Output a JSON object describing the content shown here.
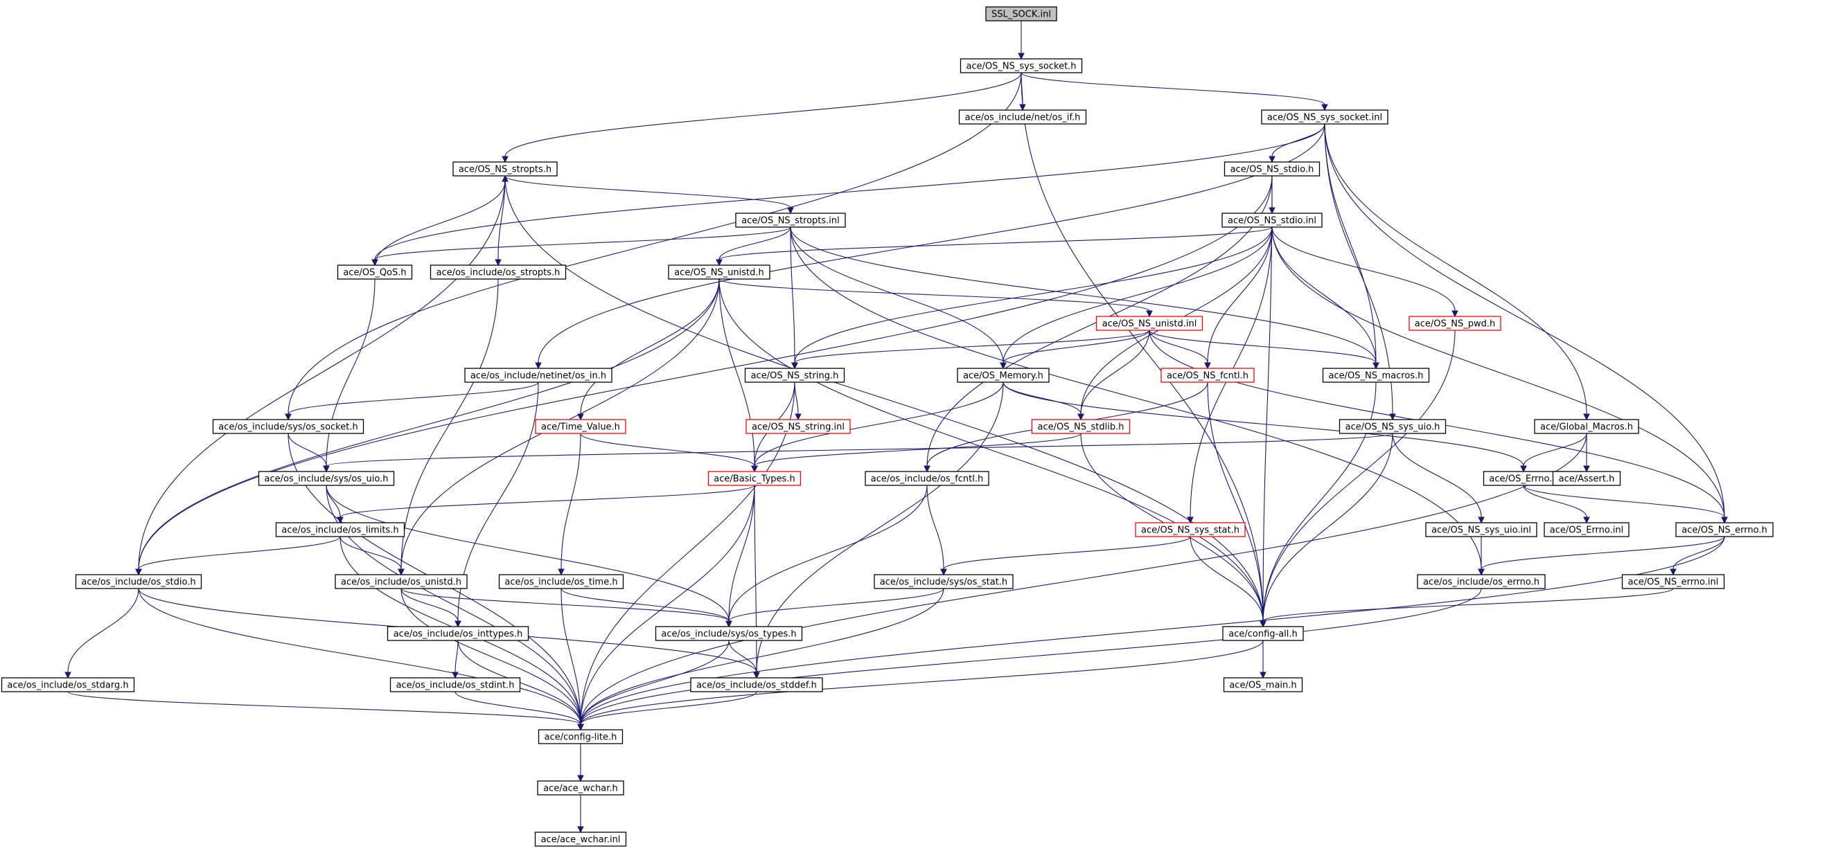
{
  "colors": {
    "edge": "#191970",
    "box_border": "#000000",
    "broken_border": "#ff0000",
    "root_fill": "#bfbfbf"
  },
  "nodes": [
    {
      "id": "sslsock",
      "label": "SSL_SOCK.inl",
      "root": true
    },
    {
      "id": "nssyssocket",
      "label": "ace/OS_NS_sys_socket.h"
    },
    {
      "id": "netosif",
      "label": "ace/os_include/net/os_if.h"
    },
    {
      "id": "nssyssocketinl",
      "label": "ace/OS_NS_sys_socket.inl"
    },
    {
      "id": "stroptsh",
      "label": "ace/OS_NS_stropts.h"
    },
    {
      "id": "stdioh",
      "label": "ace/OS_NS_stdio.h"
    },
    {
      "id": "stropts_inl",
      "label": "ace/OS_NS_stropts.inl"
    },
    {
      "id": "stdioinl",
      "label": "ace/OS_NS_stdio.inl"
    },
    {
      "id": "qos",
      "label": "ace/OS_QoS.h"
    },
    {
      "id": "osstropts",
      "label": "ace/os_include/os_stropts.h"
    },
    {
      "id": "unistdh",
      "label": "ace/OS_NS_unistd.h"
    },
    {
      "id": "pwd",
      "label": "ace/OS_NS_pwd.h",
      "broken": true
    },
    {
      "id": "unistdinl",
      "label": "ace/OS_NS_unistd.inl",
      "broken": true
    },
    {
      "id": "osin",
      "label": "ace/os_include/netinet/os_in.h"
    },
    {
      "id": "stringh",
      "label": "ace/OS_NS_string.h"
    },
    {
      "id": "memory",
      "label": "ace/OS_Memory.h"
    },
    {
      "id": "fcntlh",
      "label": "ace/OS_NS_fcntl.h",
      "broken": true
    },
    {
      "id": "macros",
      "label": "ace/OS_NS_macros.h"
    },
    {
      "id": "ossocket",
      "label": "ace/os_include/sys/os_socket.h"
    },
    {
      "id": "timevalue",
      "label": "ace/Time_Value.h",
      "broken": true
    },
    {
      "id": "stringinl",
      "label": "ace/OS_NS_string.inl",
      "broken": true
    },
    {
      "id": "stdlib",
      "label": "ace/OS_NS_stdlib.h",
      "broken": true
    },
    {
      "id": "sysuio",
      "label": "ace/OS_NS_sys_uio.h"
    },
    {
      "id": "globalmacros",
      "label": "ace/Global_Macros.h"
    },
    {
      "id": "osuio",
      "label": "ace/os_include/sys/os_uio.h"
    },
    {
      "id": "basictypes",
      "label": "ace/Basic_Types.h",
      "broken": true
    },
    {
      "id": "osfcntl",
      "label": "ace/os_include/os_fcntl.h"
    },
    {
      "id": "oserrno",
      "label": "ace/OS_Errno.h"
    },
    {
      "id": "assert",
      "label": "ace/Assert.h"
    },
    {
      "id": "limits",
      "label": "ace/os_include/os_limits.h"
    },
    {
      "id": "sysstat",
      "label": "ace/OS_NS_sys_stat.h",
      "broken": true
    },
    {
      "id": "sysuioinl",
      "label": "ace/OS_NS_sys_uio.inl"
    },
    {
      "id": "oserrnoinl",
      "label": "ace/OS_Errno.inl"
    },
    {
      "id": "nserrno",
      "label": "ace/OS_NS_errno.h"
    },
    {
      "id": "osstdio",
      "label": "ace/os_include/os_stdio.h"
    },
    {
      "id": "osunistd",
      "label": "ace/os_include/os_unistd.h"
    },
    {
      "id": "ostime",
      "label": "ace/os_include/os_time.h"
    },
    {
      "id": "osstat",
      "label": "ace/os_include/sys/os_stat.h"
    },
    {
      "id": "oserrnoh",
      "label": "ace/os_include/os_errno.h"
    },
    {
      "id": "nserrnoinl",
      "label": "ace/OS_NS_errno.inl"
    },
    {
      "id": "inttypes",
      "label": "ace/os_include/os_inttypes.h"
    },
    {
      "id": "systypes",
      "label": "ace/os_include/sys/os_types.h"
    },
    {
      "id": "configall",
      "label": "ace/config-all.h"
    },
    {
      "id": "stdarg",
      "label": "ace/os_include/os_stdarg.h"
    },
    {
      "id": "stdint",
      "label": "ace/os_include/os_stdint.h"
    },
    {
      "id": "stddef",
      "label": "ace/os_include/os_stddef.h"
    },
    {
      "id": "osmain",
      "label": "ace/OS_main.h"
    },
    {
      "id": "configlite",
      "label": "ace/config-lite.h"
    },
    {
      "id": "wcharh",
      "label": "ace/ace_wchar.h"
    },
    {
      "id": "wcharinl",
      "label": "ace/ace_wchar.inl"
    }
  ],
  "edges": [
    [
      "sslsock",
      "nssyssocket"
    ],
    [
      "nssyssocket",
      "netosif"
    ],
    [
      "nssyssocket",
      "nssyssocketinl"
    ],
    [
      "nssyssocket",
      "stroptsh"
    ],
    [
      "nssyssocket",
      "ossocket"
    ],
    [
      "nssyssocket",
      "configall"
    ],
    [
      "nssyssocketinl",
      "stdioh"
    ],
    [
      "nssyssocketinl",
      "qos"
    ],
    [
      "nssyssocketinl",
      "osin"
    ],
    [
      "nssyssocketinl",
      "macros"
    ],
    [
      "nssyssocketinl",
      "sysuio"
    ],
    [
      "nssyssocketinl",
      "nserrno"
    ],
    [
      "nssyssocketinl",
      "globalmacros"
    ],
    [
      "stroptsh",
      "stropts_inl"
    ],
    [
      "stroptsh",
      "osstropts"
    ],
    [
      "stroptsh",
      "osstdio"
    ],
    [
      "stroptsh",
      "configall"
    ],
    [
      "stdioh",
      "stdioinl"
    ],
    [
      "stdioh",
      "osfcntl"
    ],
    [
      "stdioh",
      "osstdio"
    ],
    [
      "stdioh",
      "configall"
    ],
    [
      "stropts_inl",
      "qos"
    ],
    [
      "stropts_inl",
      "unistdh"
    ],
    [
      "stropts_inl",
      "stringh"
    ],
    [
      "stropts_inl",
      "memory"
    ],
    [
      "stropts_inl",
      "macros"
    ],
    [
      "stropts_inl",
      "oserrnoh"
    ],
    [
      "stdioinl",
      "unistdh"
    ],
    [
      "stdioinl",
      "pwd"
    ],
    [
      "stdioinl",
      "stringh"
    ],
    [
      "stdioinl",
      "memory"
    ],
    [
      "stdioinl",
      "fcntlh"
    ],
    [
      "stdioinl",
      "macros"
    ],
    [
      "stdioinl",
      "stdlib"
    ],
    [
      "stdioinl",
      "sysstat"
    ],
    [
      "stdioinl",
      "nserrno"
    ],
    [
      "qos",
      "stroptsh"
    ],
    [
      "qos",
      "osuio"
    ],
    [
      "osstropts",
      "osunistd"
    ],
    [
      "unistdh",
      "unistdinl"
    ],
    [
      "unistdh",
      "timevalue"
    ],
    [
      "unistdh",
      "basictypes"
    ],
    [
      "unistdh",
      "osunistd"
    ],
    [
      "unistdh",
      "osstdio"
    ],
    [
      "unistdh",
      "configall"
    ],
    [
      "pwd",
      "configall"
    ],
    [
      "unistdinl",
      "stringh"
    ],
    [
      "unistdinl",
      "memory"
    ],
    [
      "unistdinl",
      "fcntlh"
    ],
    [
      "unistdinl",
      "macros"
    ],
    [
      "unistdinl",
      "stdlib"
    ],
    [
      "unistdinl",
      "nserrno"
    ],
    [
      "osin",
      "ossocket"
    ],
    [
      "osin",
      "inttypes"
    ],
    [
      "stringh",
      "stringinl"
    ],
    [
      "stringh",
      "basictypes"
    ],
    [
      "stringh",
      "configlite"
    ],
    [
      "memory",
      "stdlib"
    ],
    [
      "memory",
      "basictypes"
    ],
    [
      "memory",
      "oserrno"
    ],
    [
      "memory",
      "stddef"
    ],
    [
      "fcntlh",
      "osfcntl"
    ],
    [
      "fcntlh",
      "configall"
    ],
    [
      "macros",
      "configall"
    ],
    [
      "ossocket",
      "osuio"
    ],
    [
      "ossocket",
      "configlite"
    ],
    [
      "timevalue",
      "basictypes"
    ],
    [
      "timevalue",
      "ostime"
    ],
    [
      "stdlib",
      "basictypes"
    ],
    [
      "stdlib",
      "configall"
    ],
    [
      "sysuio",
      "osuio"
    ],
    [
      "sysuio",
      "sysuioinl"
    ],
    [
      "sysuio",
      "configall"
    ],
    [
      "globalmacros",
      "oserrno"
    ],
    [
      "globalmacros",
      "assert"
    ],
    [
      "globalmacros",
      "configlite"
    ],
    [
      "osuio",
      "limits"
    ],
    [
      "osuio",
      "systypes"
    ],
    [
      "osuio",
      "configlite"
    ],
    [
      "basictypes",
      "limits"
    ],
    [
      "basictypes",
      "systypes"
    ],
    [
      "basictypes",
      "stddef"
    ],
    [
      "basictypes",
      "configlite"
    ],
    [
      "osfcntl",
      "osstat"
    ],
    [
      "osfcntl",
      "systypes"
    ],
    [
      "oserrno",
      "oserrnoinl"
    ],
    [
      "oserrno",
      "nserrno"
    ],
    [
      "limits",
      "osstdio"
    ],
    [
      "limits",
      "osunistd"
    ],
    [
      "limits",
      "configlite"
    ],
    [
      "sysstat",
      "osstat"
    ],
    [
      "sysstat",
      "configall"
    ],
    [
      "sysuioinl",
      "oserrnoh"
    ],
    [
      "nserrno",
      "oserrnoh"
    ],
    [
      "nserrno",
      "nserrnoinl"
    ],
    [
      "nserrno",
      "configlite"
    ],
    [
      "osstdio",
      "stdarg"
    ],
    [
      "osstdio",
      "stddef"
    ],
    [
      "osstdio",
      "configlite"
    ],
    [
      "osunistd",
      "inttypes"
    ],
    [
      "osunistd",
      "systypes"
    ],
    [
      "osunistd",
      "configlite"
    ],
    [
      "ostime",
      "systypes"
    ],
    [
      "ostime",
      "configlite"
    ],
    [
      "osstat",
      "systypes"
    ],
    [
      "osstat",
      "configlite"
    ],
    [
      "oserrnoh",
      "configlite"
    ],
    [
      "nserrnoinl",
      "configall"
    ],
    [
      "inttypes",
      "stdint"
    ],
    [
      "inttypes",
      "configlite"
    ],
    [
      "systypes",
      "stddef"
    ],
    [
      "systypes",
      "configlite"
    ],
    [
      "configall",
      "osmain"
    ],
    [
      "configall",
      "configlite"
    ],
    [
      "stdarg",
      "configlite"
    ],
    [
      "stdint",
      "configlite"
    ],
    [
      "stddef",
      "configlite"
    ],
    [
      "configlite",
      "wcharh"
    ],
    [
      "wcharh",
      "wcharinl"
    ]
  ]
}
